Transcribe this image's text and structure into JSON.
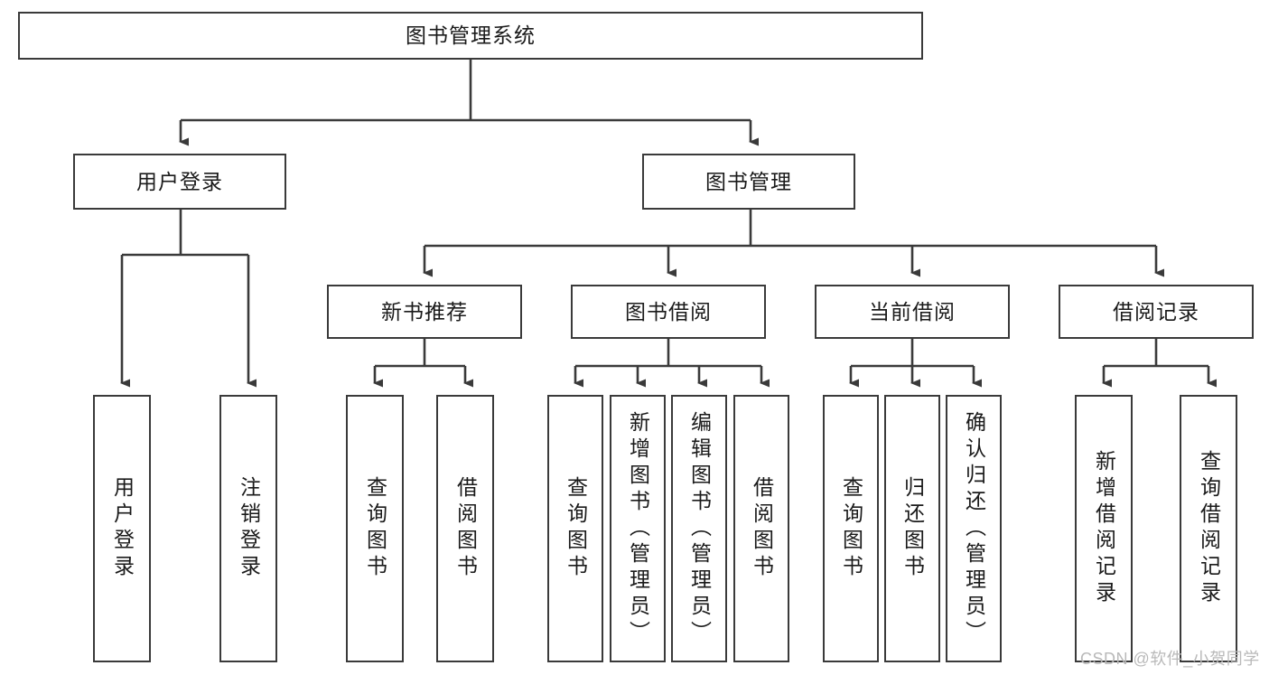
{
  "diagram": {
    "type": "tree-hierarchy-flowchart",
    "title": "图书管理系统",
    "watermark": "CSDN @软件_小贺同学",
    "colors": {
      "node_border": "#3a3a3a",
      "node_fill": "#ffffff",
      "edge": "#3a3a3a",
      "text": "#1a1a1a",
      "watermark": "#b9b9b9",
      "background": "#ffffff"
    },
    "levels": [
      {
        "level": 1,
        "nodes": [
          {
            "id": "root",
            "label": "图书管理系统",
            "orientation": "horizontal"
          }
        ]
      },
      {
        "level": 2,
        "nodes": [
          {
            "id": "login",
            "label": "用户登录",
            "orientation": "horizontal",
            "parent": "root"
          },
          {
            "id": "bookmgmt",
            "label": "图书管理",
            "orientation": "horizontal",
            "parent": "root"
          }
        ]
      },
      {
        "level": 3,
        "nodes": [
          {
            "id": "newbook",
            "label": "新书推荐",
            "orientation": "horizontal",
            "parent": "bookmgmt"
          },
          {
            "id": "borrow",
            "label": "图书借阅",
            "orientation": "horizontal",
            "parent": "bookmgmt"
          },
          {
            "id": "current",
            "label": "当前借阅",
            "orientation": "horizontal",
            "parent": "bookmgmt"
          },
          {
            "id": "records",
            "label": "借阅记录",
            "orientation": "horizontal",
            "parent": "bookmgmt"
          }
        ]
      },
      {
        "level": 4,
        "nodes": [
          {
            "id": "leaf1",
            "label": "用户登录",
            "orientation": "vertical",
            "parent": "login"
          },
          {
            "id": "leaf2",
            "label": "注销登录",
            "orientation": "vertical",
            "parent": "login"
          },
          {
            "id": "leaf3",
            "label": "查询图书",
            "orientation": "vertical",
            "parent": "newbook"
          },
          {
            "id": "leaf4",
            "label": "借阅图书",
            "orientation": "vertical",
            "parent": "newbook"
          },
          {
            "id": "leaf5",
            "label": "查询图书",
            "orientation": "vertical",
            "parent": "borrow"
          },
          {
            "id": "leaf6",
            "label": "新增图书（管理员）",
            "orientation": "vertical",
            "parent": "borrow"
          },
          {
            "id": "leaf7",
            "label": "编辑图书（管理员）",
            "orientation": "vertical",
            "parent": "borrow"
          },
          {
            "id": "leaf8",
            "label": "借阅图书",
            "orientation": "vertical",
            "parent": "borrow"
          },
          {
            "id": "leaf9",
            "label": "查询图书",
            "orientation": "vertical",
            "parent": "current"
          },
          {
            "id": "leaf10",
            "label": "归还图书",
            "orientation": "vertical",
            "parent": "current"
          },
          {
            "id": "leaf11",
            "label": "确认归还（管理员）",
            "orientation": "vertical",
            "parent": "current"
          },
          {
            "id": "leaf12",
            "label": "新增借阅记录",
            "orientation": "vertical",
            "parent": "records"
          },
          {
            "id": "leaf13",
            "label": "查询借阅记录",
            "orientation": "vertical",
            "parent": "records"
          }
        ]
      }
    ]
  }
}
